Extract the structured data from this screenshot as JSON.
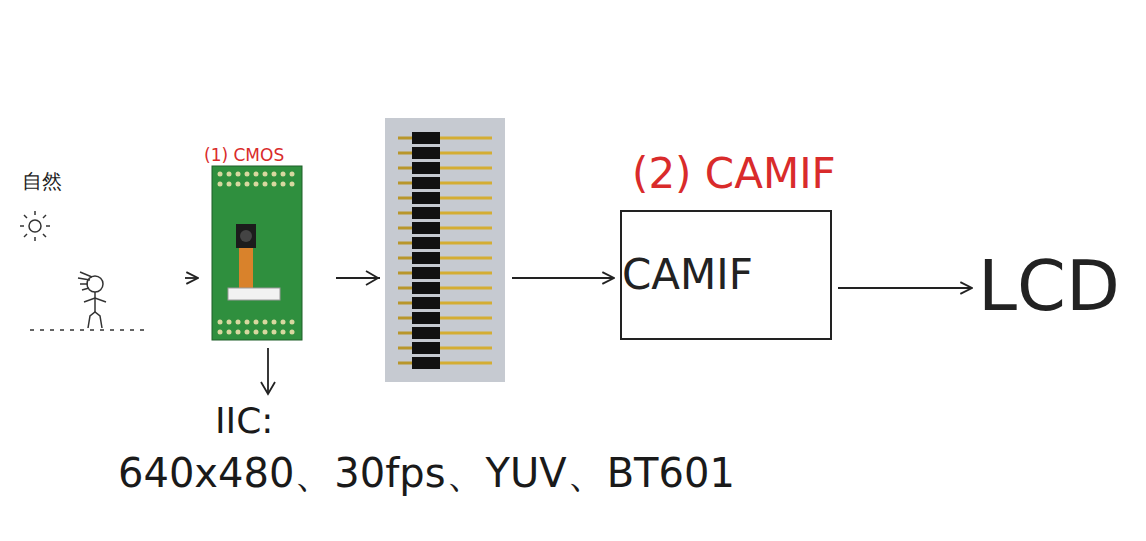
{
  "diagram": {
    "nodes": [
      {
        "text": [
          "自然"
        ]
      },
      {
        "text": [
          "(1) CMOS"
        ]
      },
      {
        "text": [
          "(2) CAMIF",
          "CAMIF"
        ]
      },
      {
        "text": [
          "LCD"
        ]
      }
    ],
    "edges": [
      {
        "from": 0,
        "to": 1,
        "arrow": "to"
      },
      {
        "from": 1,
        "to": 2,
        "arrow": "to"
      },
      {
        "from": 2,
        "to": 3,
        "arrow": "to"
      }
    ],
    "labels": [
      "IIC:",
      "640x480、30fps、YUV、BT601"
    ]
  }
}
